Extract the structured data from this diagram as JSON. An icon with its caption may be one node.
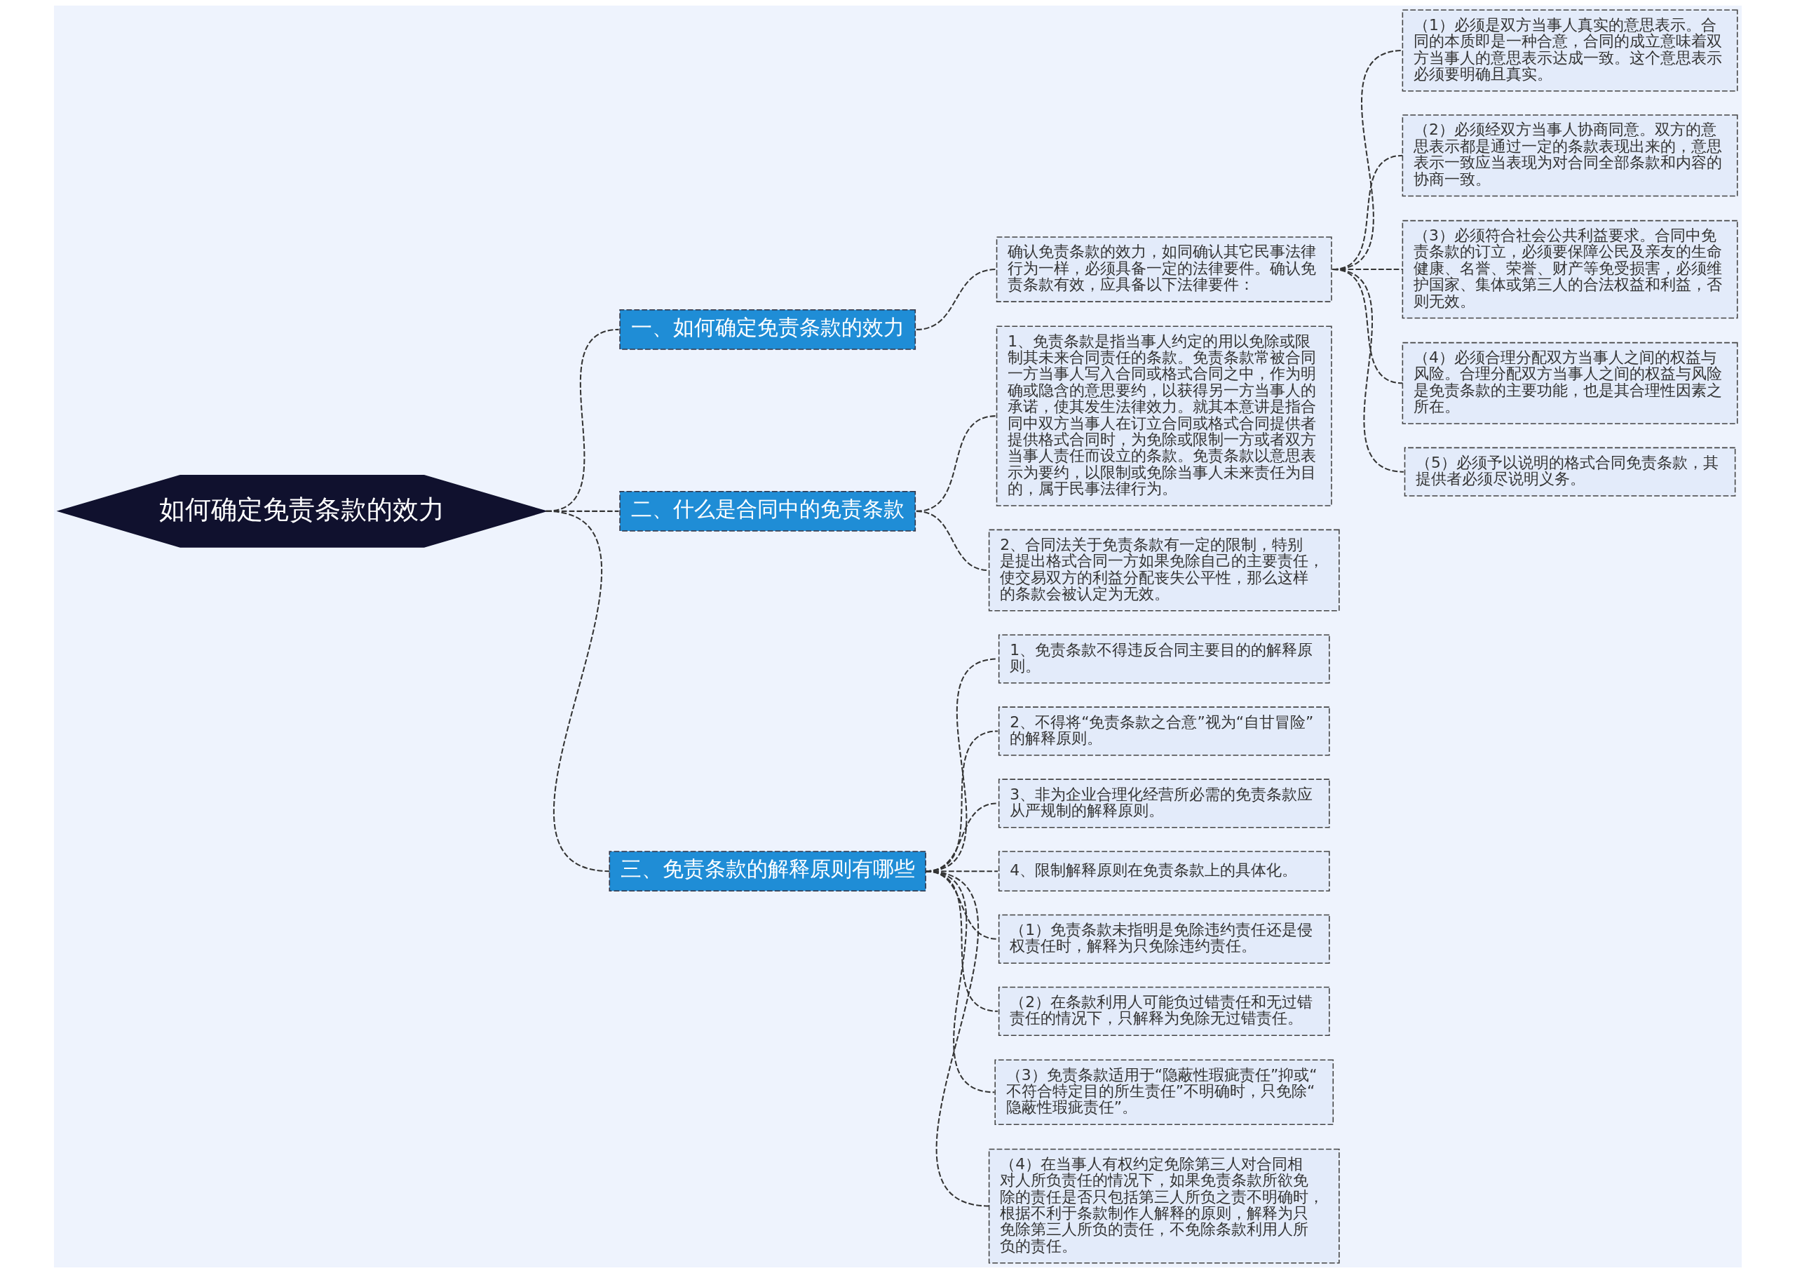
{
  "diagram": {
    "nodes": [
      {
        "text": [
          "如何确定免责条款的效力"
        ]
      },
      {
        "text": [
          "一、如何确定免责条款的效力"
        ]
      },
      {
        "text": [
          "确认免责条款的效力，如同确认其它民事法律行为一样，必须具备一定的法律要件。确认免责条款有效，应具备以下法律要件："
        ]
      },
      {
        "text": [
          "（1）必须是双方当事人真实的意思表示。合同的本质即是一种合意，合同的成立意味着双方当事人的意思表示达成一致。这个意思表示必须要明确且真实。"
        ]
      },
      {
        "text": [
          "（2）必须经双方当事人协商同意。双方的意思表示都是通过一定的条款表现出来的，意思表示一致应当表现为对合同全部条款和内容的协商一致。"
        ]
      },
      {
        "text": [
          "（3）必须符合社会公共利益要求。合同中免责条款的订立，必须要保障公民及亲友的生命健康、名誉、荣誉、财产等免受损害，必须维护国家、集体或第三人的合法权益和利益，否则无效。"
        ]
      },
      {
        "text": [
          "（4）必须合理分配双方当事人之间的权益与风险。合理分配双方当事人之间的权益与风险是免责条款的主要功能，也是其合理性因素之所在。"
        ]
      },
      {
        "text": [
          "（5）必须予以说明的格式合同免责条款，其提供者必须尽说明义务。"
        ]
      },
      {
        "text": [
          "二、什么是合同中的免责条款"
        ]
      },
      {
        "text": [
          "1、免责条款是指当事人约定的用以免除或限制其未来合同责任的条款。免责条款常被合同一方当事人写入合同或格式合同之中，作为明确或隐含的意思要约，以获得另一方当事人的承诺，使其发生法律效力。就其本意讲是指合同中双方当事人在订立合同或格式合同提供者提供格式合同时，为免除或限制一方或者双方当事人责任而设立的条款。免责条款以意思表示为要约，以限制或免除当事人未来责任为目的，属于民事法律行为。"
        ]
      },
      {
        "text": [
          "2、合同法关于免责条款有一定的限制，特别是提出格式合同一方如果免除自己的主要责任，使交易双方的利益分配丧失公平性，那么这样的条款会被认定为无效。"
        ]
      },
      {
        "text": [
          "三、免责条款的解释原则有哪些"
        ]
      },
      {
        "text": [
          "1、免责条款不得违反合同主要目的的解释原则。"
        ]
      },
      {
        "text": [
          "2、不得将“免责条款之合意”视为“自甘冒险”的解释原则。"
        ]
      },
      {
        "text": [
          "3、非为企业合理化经营所必需的免责条款应从严规制的解释原则。"
        ]
      },
      {
        "text": [
          "4、限制解释原则在免责条款上的具体化。"
        ]
      },
      {
        "text": [
          "（1）免责条款未指明是免除违约责任还是侵权责任时，解释为只免除违约责任。"
        ]
      },
      {
        "text": [
          "（2）在条款利用人可能负过错责任和无过错责任的情况下，只解释为免除无过错责任。"
        ]
      },
      {
        "text": [
          "（3）免责条款适用于“隐蔽性瑕疵责任”抑或“不符合特定目的所生责任”不明确时，只免除“隐蔽性瑕疵责任”。"
        ]
      },
      {
        "text": [
          "（4）在当事人有权约定免除第三人对合同相对人所负责任的情况下，如果免责条款所欲免除的责任是否只包括第三人所负之责不明确时，根据不利于条款制作人解释的原则，解释为只免除第三人所负的责任，不免除条款利用人所负的责任。"
        ]
      }
    ],
    "edges": [
      {
        "from": 0,
        "to": 1,
        "arrow": "none",
        "style": "dashed"
      },
      {
        "from": 1,
        "to": 2,
        "arrow": "none",
        "style": "dashed"
      },
      {
        "from": 2,
        "to": 3,
        "arrow": "none",
        "style": "dashed"
      },
      {
        "from": 2,
        "to": 4,
        "arrow": "none",
        "style": "dashed"
      },
      {
        "from": 2,
        "to": 5,
        "arrow": "none",
        "style": "dashed"
      },
      {
        "from": 2,
        "to": 6,
        "arrow": "none",
        "style": "dashed"
      },
      {
        "from": 2,
        "to": 7,
        "arrow": "none",
        "style": "dashed"
      },
      {
        "from": 0,
        "to": 8,
        "arrow": "none",
        "style": "dashed"
      },
      {
        "from": 8,
        "to": 9,
        "arrow": "none",
        "style": "dashed"
      },
      {
        "from": 8,
        "to": 10,
        "arrow": "none",
        "style": "dashed"
      },
      {
        "from": 0,
        "to": 11,
        "arrow": "none",
        "style": "dashed"
      },
      {
        "from": 11,
        "to": 12,
        "arrow": "none",
        "style": "dashed"
      },
      {
        "from": 11,
        "to": 13,
        "arrow": "none",
        "style": "dashed"
      },
      {
        "from": 11,
        "to": 14,
        "arrow": "none",
        "style": "dashed"
      },
      {
        "from": 11,
        "to": 15,
        "arrow": "none",
        "style": "dashed"
      },
      {
        "from": 11,
        "to": 16,
        "arrow": "none",
        "style": "dashed"
      },
      {
        "from": 11,
        "to": 17,
        "arrow": "none",
        "style": "dashed"
      },
      {
        "from": 11,
        "to": 18,
        "arrow": "none",
        "style": "dashed"
      },
      {
        "from": 11,
        "to": 19,
        "arrow": "none",
        "style": "dashed"
      }
    ]
  }
}
